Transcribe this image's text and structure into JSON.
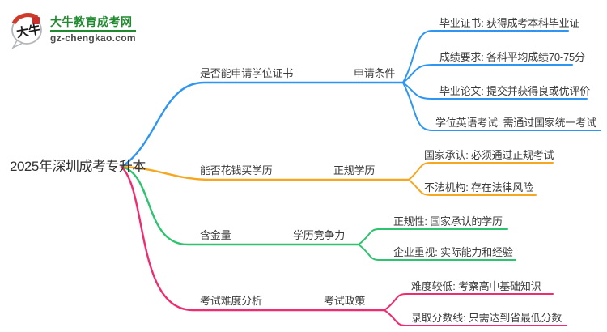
{
  "logo": {
    "icon_text": "大牛",
    "title": "大牛教育成考网",
    "domain": "gz-chengkao.com",
    "brand_green": "#1f8a2e",
    "seal_red": "#c9302c"
  },
  "root": {
    "label": "2025年深圳成考专升本"
  },
  "colors": {
    "blue": "#2e96f2",
    "orange": "#f6a71f",
    "green": "#2ec36e",
    "pink": "#ee2c6f",
    "text": "#3c3c3c"
  },
  "branches": [
    {
      "id": "degree-certificate",
      "color": "#2e96f2",
      "label": "是否能申请学位证书",
      "sublabel": "申请条件",
      "leaves": [
        "毕业证书: 获得成考本科毕业证",
        "成绩要求: 各科平均成绩70-75分",
        "毕业论文: 提交并获得良或优评价",
        "学位英语考试: 需通过国家统一考试"
      ]
    },
    {
      "id": "buy-diploma",
      "color": "#f6a71f",
      "label": "能否花钱买学历",
      "sublabel": "正规学历",
      "leaves": [
        "国家承认: 必须通过正规考试",
        "不法机构: 存在法律风险"
      ]
    },
    {
      "id": "value",
      "color": "#2ec36e",
      "label": "含金量",
      "sublabel": "学历竞争力",
      "leaves": [
        "正规性: 国家承认的学历",
        "企业重视: 实际能力和经验"
      ]
    },
    {
      "id": "exam-difficulty",
      "color": "#ee2c6f",
      "label": "考试难度分析",
      "sublabel": "考试政策",
      "leaves": [
        "难度较低: 考察高中基础知识",
        "录取分数线: 只需达到省最低分数"
      ]
    }
  ]
}
